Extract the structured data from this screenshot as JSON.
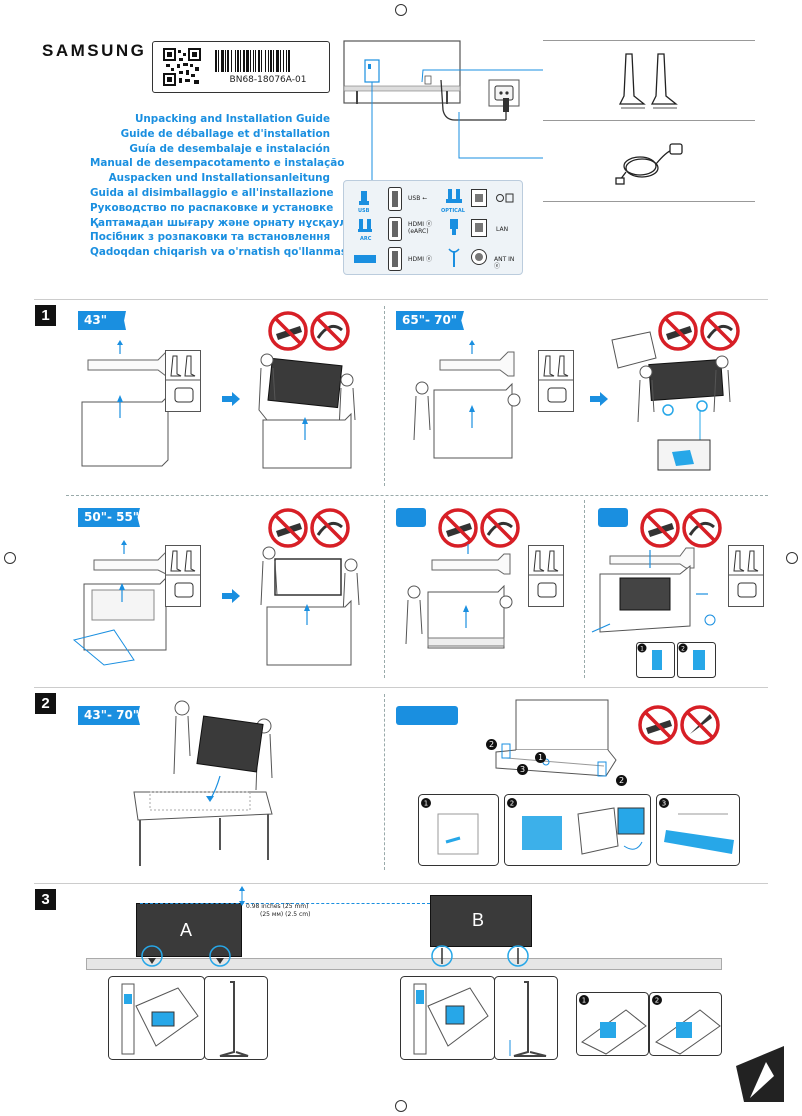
{
  "header": {
    "brand": "SAMSUNG",
    "model_code": "BN68-18076A-01"
  },
  "guide_titles": [
    "Unpacking and Installation Guide",
    "Guide de déballage et d'installation",
    "Guía de desembalaje e instalación",
    "Manual de desempacotamento e instalação",
    "Auspacken und Installationsanleitung",
    "Guida al disimballaggio e all'installazione",
    "Руководство по распаковке и установке",
    "Қаптамадан шығару және орнату нұсқаулығы",
    "Посібник з розпаковки та встановлення",
    "Qadoqdan chiqarish va o'rnatish qo'llanmasi"
  ],
  "ports": {
    "usb_icon_label": "USB",
    "usb_label": "USB ⭠",
    "optical_label": "OPTICAL",
    "arc_label": "ARC",
    "hdmi_earc_label": "HDMI ⓔ\n(eARC)",
    "lan_label": "LAN",
    "hdmi_label": "HDMI ⓔ",
    "ant_label": "ANT IN ⓔ"
  },
  "steps": {
    "step1": "1",
    "step2": "2",
    "step3": "3"
  },
  "size_tags": {
    "s1_a": "43\"",
    "s1_b": "65\"- 70\"",
    "s1_c": "50\"- 55\"",
    "s2_a": "43\"- 70\""
  },
  "step2_callouts": {
    "c1": "1",
    "c2": "2",
    "c3": "3"
  },
  "step3": {
    "clearance": "0.98 inches (25 mm)",
    "clearance_alt": "(25 мм) (2.5 cm)",
    "stand_a": "A",
    "stand_b": "B",
    "sub1": "1",
    "sub2": "2"
  },
  "colors": {
    "accent": "#1a8fe0",
    "cyan_highlight": "#27a7e8",
    "prohibit_red": "#d71f26",
    "tv_screen": "#3a3a3a"
  }
}
